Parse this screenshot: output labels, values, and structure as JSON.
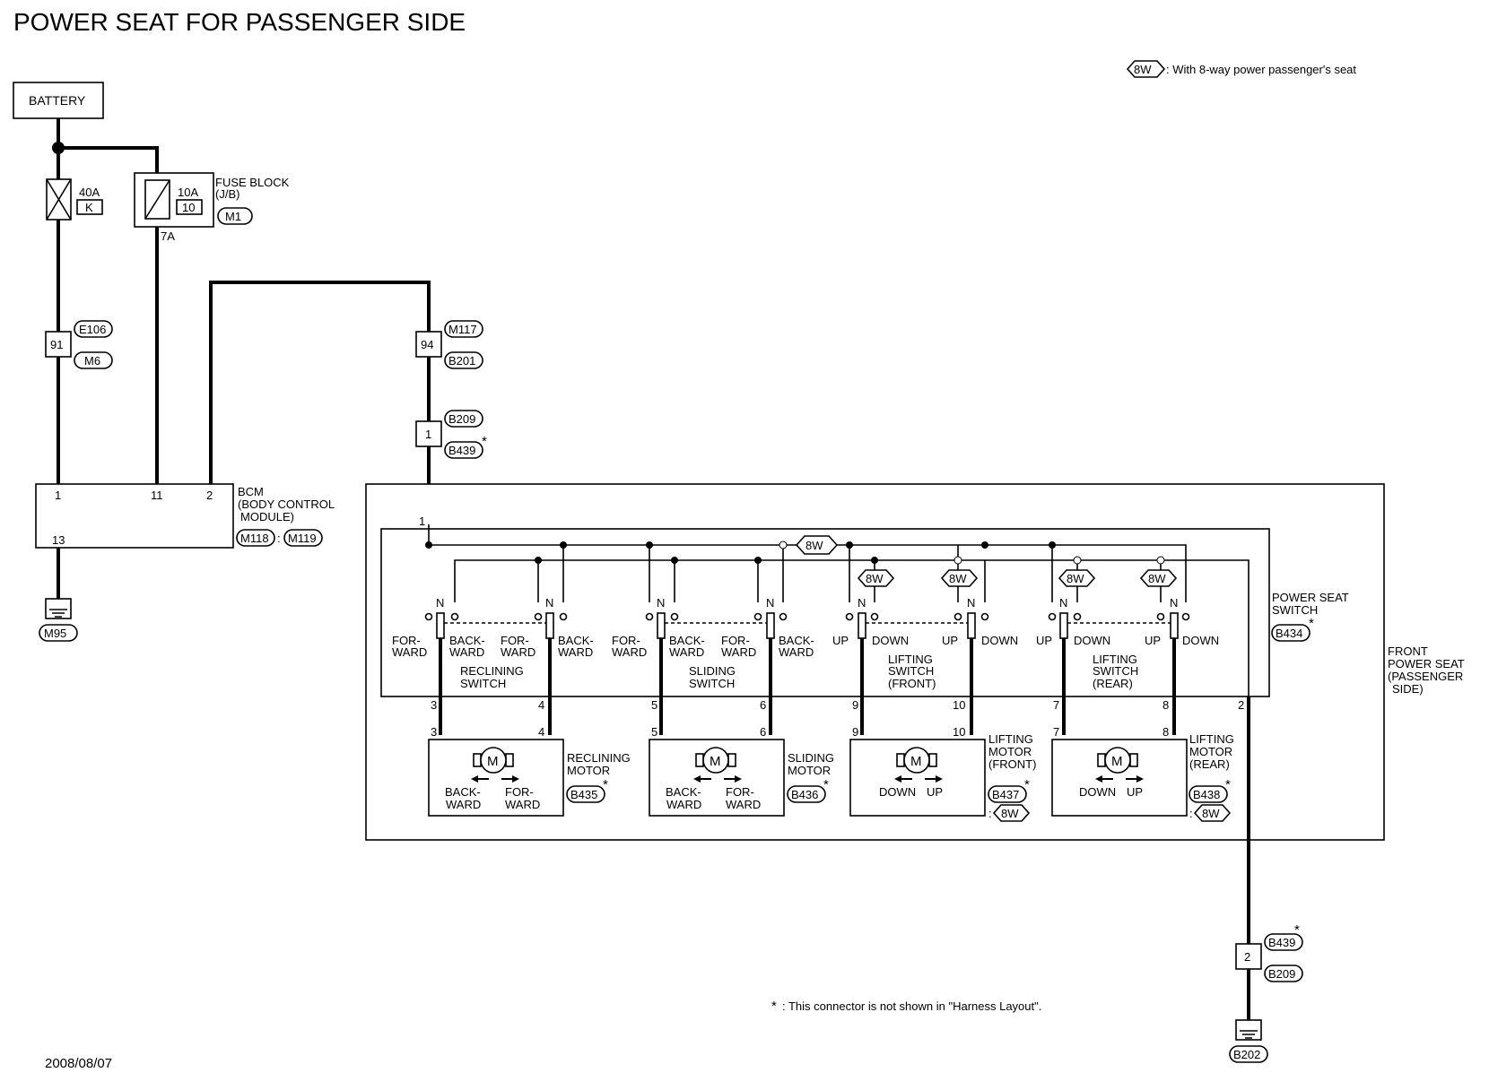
{
  "title": "POWER SEAT FOR PASSENGER SIDE",
  "legend_8w": {
    "code": "8W",
    "text": ": With 8-way power passenger's seat"
  },
  "battery": "BATTERY",
  "fuse_40a": {
    "rating": "40A",
    "code": "K"
  },
  "fuse_10a": {
    "rating": "10A",
    "number": "10",
    "terminal": "7A"
  },
  "fuse_block": {
    "line1": "FUSE BLOCK",
    "line2": "(J/B)",
    "connector": "M1"
  },
  "jc_91": {
    "pin": "91",
    "conn1": "E106",
    "conn2": "M6"
  },
  "jc_94": {
    "pin": "94",
    "conn1": "M117",
    "conn2": "B201"
  },
  "jc_1": {
    "pin": "1",
    "conn1": "B209",
    "conn2": "B439"
  },
  "asterisk": "*",
  "bcm": {
    "line1": "BCM",
    "line2": "(BODY CONTROL",
    "line3": "MODULE)",
    "conn1": "M118",
    "sep": ":",
    "conn2": "M119",
    "pin1": "1",
    "pin11": "11",
    "pin2": "2",
    "pin13": "13"
  },
  "ground_m95": "M95",
  "ground_b202": "B202",
  "switch_pin1": "1",
  "power_seat_switch": {
    "line1": "POWER SEAT",
    "line2": "SWITCH",
    "connector": "B434",
    "pin2": "2"
  },
  "front_power_seat": {
    "line1": "FRONT",
    "line2": "POWER SEAT",
    "line3": "(PASSENGER",
    "line4": "SIDE)"
  },
  "neutral": "N",
  "reclining_switch": {
    "line1": "RECLINING",
    "line2": "SWITCH",
    "for1": "FOR-",
    "for2": "WARD",
    "back1": "BACK-",
    "back2": "WARD",
    "pin_a": "3",
    "pin_b": "4"
  },
  "sliding_switch": {
    "line1": "SLIDING",
    "line2": "SWITCH",
    "for1": "FOR-",
    "for2": "WARD",
    "back1": "BACK-",
    "back2": "WARD",
    "pin_a": "5",
    "pin_b": "6"
  },
  "lifting_front_switch": {
    "line1": "LIFTING",
    "line2": "SWITCH",
    "line3": "(FRONT)",
    "up": "UP",
    "down": "DOWN",
    "pin_a": "9",
    "pin_b": "10"
  },
  "lifting_rear_switch": {
    "line1": "LIFTING",
    "line2": "SWITCH",
    "line3": "(REAR)",
    "up": "UP",
    "down": "DOWN",
    "pin_a": "7",
    "pin_b": "8"
  },
  "motor_symbol": "M",
  "reclining_motor": {
    "line1": "RECLINING",
    "line2": "MOTOR",
    "connector": "B435",
    "left1": "BACK-",
    "left2": "WARD",
    "right1": "FOR-",
    "right2": "WARD"
  },
  "sliding_motor": {
    "line1": "SLIDING",
    "line2": "MOTOR",
    "connector": "B436",
    "left1": "BACK-",
    "left2": "WARD",
    "right1": "FOR-",
    "right2": "WARD"
  },
  "lifting_motor_front": {
    "line1": "LIFTING",
    "line2": "MOTOR",
    "line3": "(FRONT)",
    "connector": "B437",
    "down": "DOWN",
    "up": "UP"
  },
  "lifting_motor_rear": {
    "line1": "LIFTING",
    "line2": "MOTOR",
    "line3": "(REAR)",
    "connector": "B438",
    "down": "DOWN",
    "up": "UP"
  },
  "jc_2": {
    "pin": "2",
    "conn1": "B439",
    "conn2": "B209"
  },
  "note": ": This connector is not shown in \"Harness Layout\".",
  "date": "2008/08/07"
}
